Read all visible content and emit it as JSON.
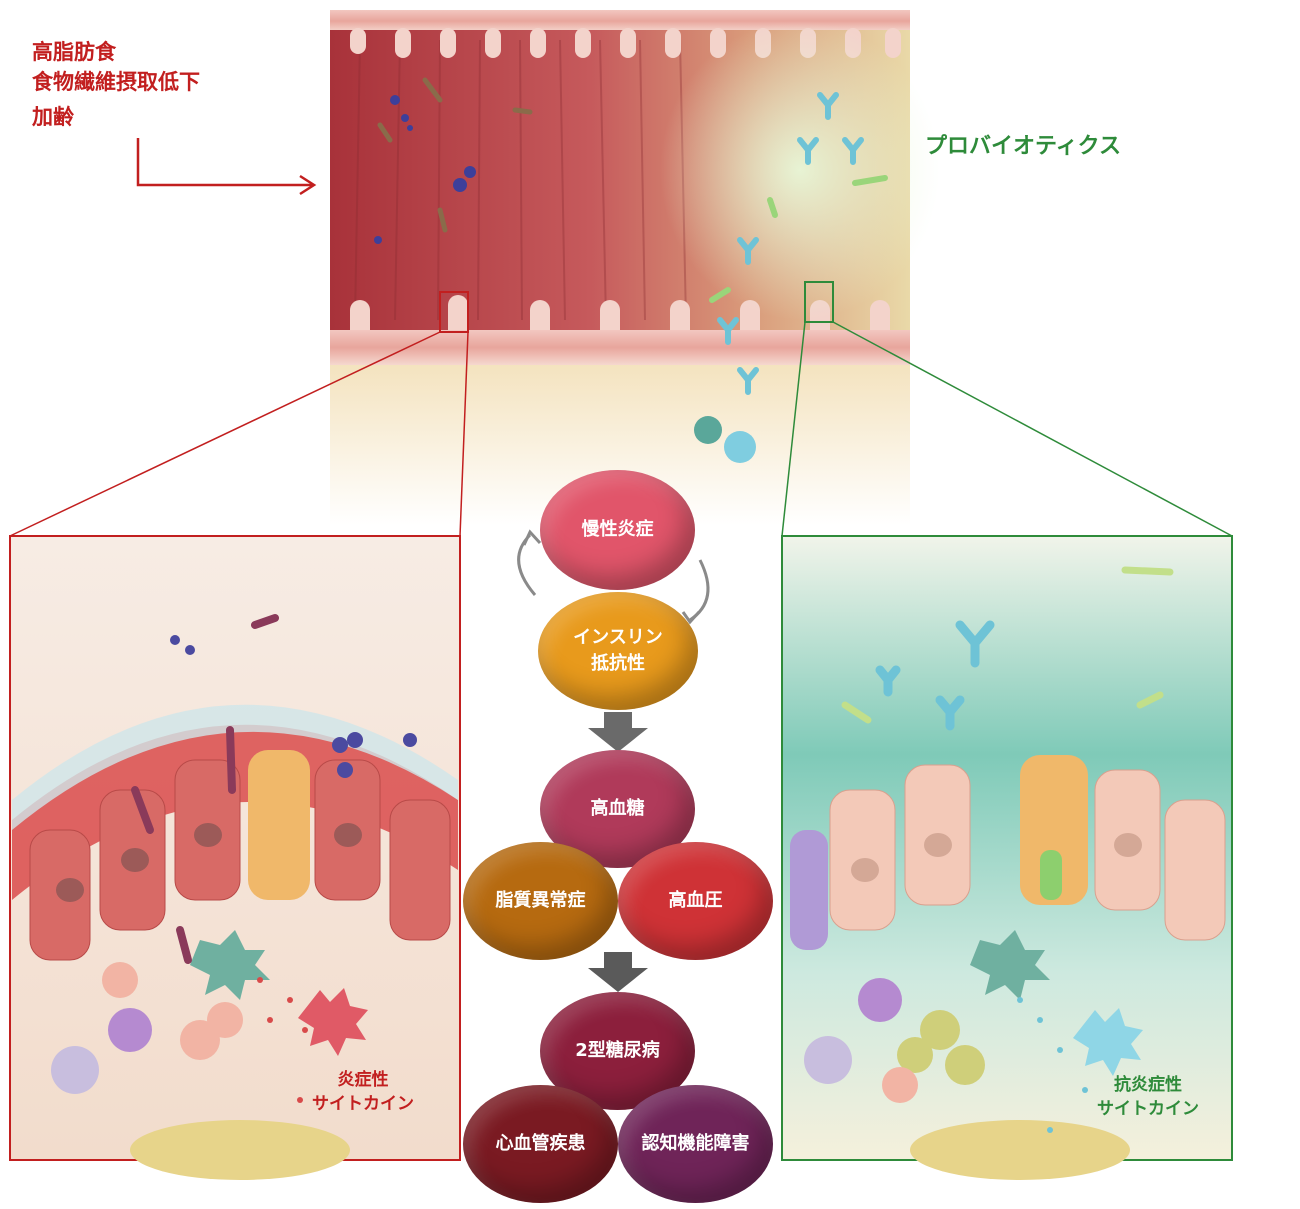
{
  "risk_factors": [
    "高脂肪食",
    "食物繊維摂取低下",
    "加齢"
  ],
  "probiotics_label": "プロバイオティクス",
  "left_panel": {
    "cytokine_label": "炎症性\nサイトカイン"
  },
  "right_panel": {
    "cytokine_label": "抗炎症性\nサイトカイン"
  },
  "cycle": {
    "top": "慢性炎症",
    "bottom": "インスリン\n抵抗性"
  },
  "metabolic": {
    "top": "高血糖",
    "left": "脂質異常症",
    "right": "高血圧"
  },
  "outcomes": {
    "top": "2型糖尿病",
    "left": "心血管疾患",
    "right": "認知機能障害"
  },
  "colors": {
    "inflammatory": "#c21f1f",
    "probiotic": "#2e8b3a",
    "chronic_inflammation": "#e1556a",
    "insulin_resistance": "#e89a1c",
    "hyperglycemia": "#b03a5a",
    "dyslipidemia": "#b66a10",
    "hypertension": "#cf3236",
    "diabetes": "#8c1f3c",
    "cardiovascular": "#7a1a22",
    "cognitive": "#6f2458"
  }
}
